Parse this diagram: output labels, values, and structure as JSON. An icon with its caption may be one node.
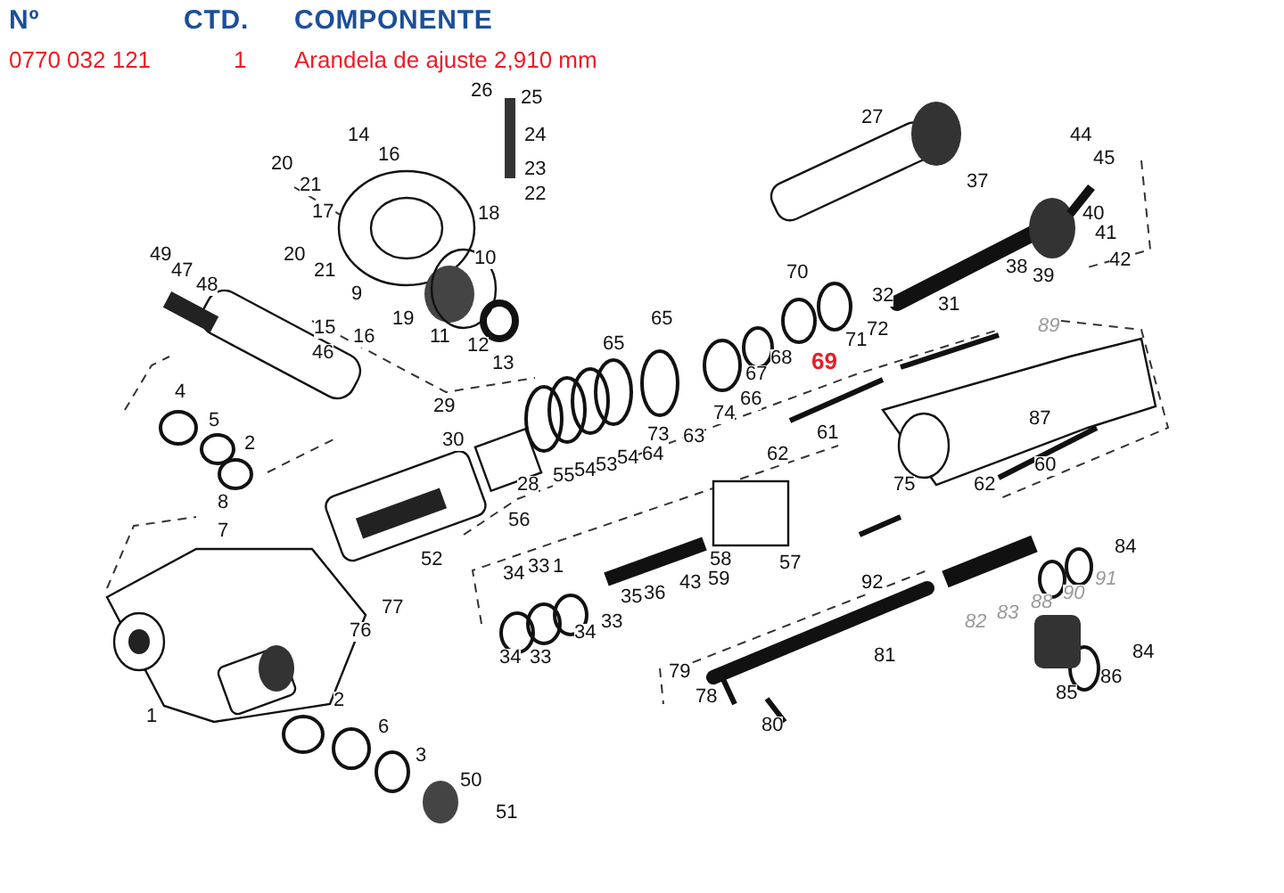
{
  "diagram": {
    "labels": [
      "Nº",
      "CTD.",
      "COMPONENTE",
      "0770 032 121",
      "1",
      "Arandela de ajuste 2,910 mm",
      "26",
      "25",
      "27",
      "14",
      "24",
      "44",
      "16",
      "20",
      "45",
      "23",
      "37",
      "21",
      "22",
      "17",
      "18",
      "40",
      "41",
      "49",
      "20",
      "10",
      "42",
      "21",
      "47",
      "38",
      "70",
      "39",
      "48",
      "31",
      "32",
      "9",
      "19",
      "15",
      "65",
      "89",
      "71",
      "72",
      "11",
      "16",
      "12",
      "65",
      "46",
      "68",
      "69",
      "13",
      "67",
      "66",
      "4",
      "29",
      "74",
      "87",
      "5",
      "73",
      "63",
      "61",
      "30",
      "2",
      "64",
      "62",
      "54",
      "53",
      "54",
      "55",
      "60",
      "28",
      "75",
      "62",
      "8",
      "56",
      "7",
      "84",
      "52",
      "34",
      "33",
      "1",
      "58",
      "57",
      "35",
      "59",
      "43",
      "36",
      "91",
      "92",
      "90",
      "88",
      "83",
      "82",
      "77",
      "33",
      "34",
      "76",
      "84",
      "81",
      "34",
      "33",
      "86",
      "79",
      "85",
      "78",
      "1",
      "2",
      "6",
      "80",
      "3",
      "50",
      "51"
    ]
  }
}
